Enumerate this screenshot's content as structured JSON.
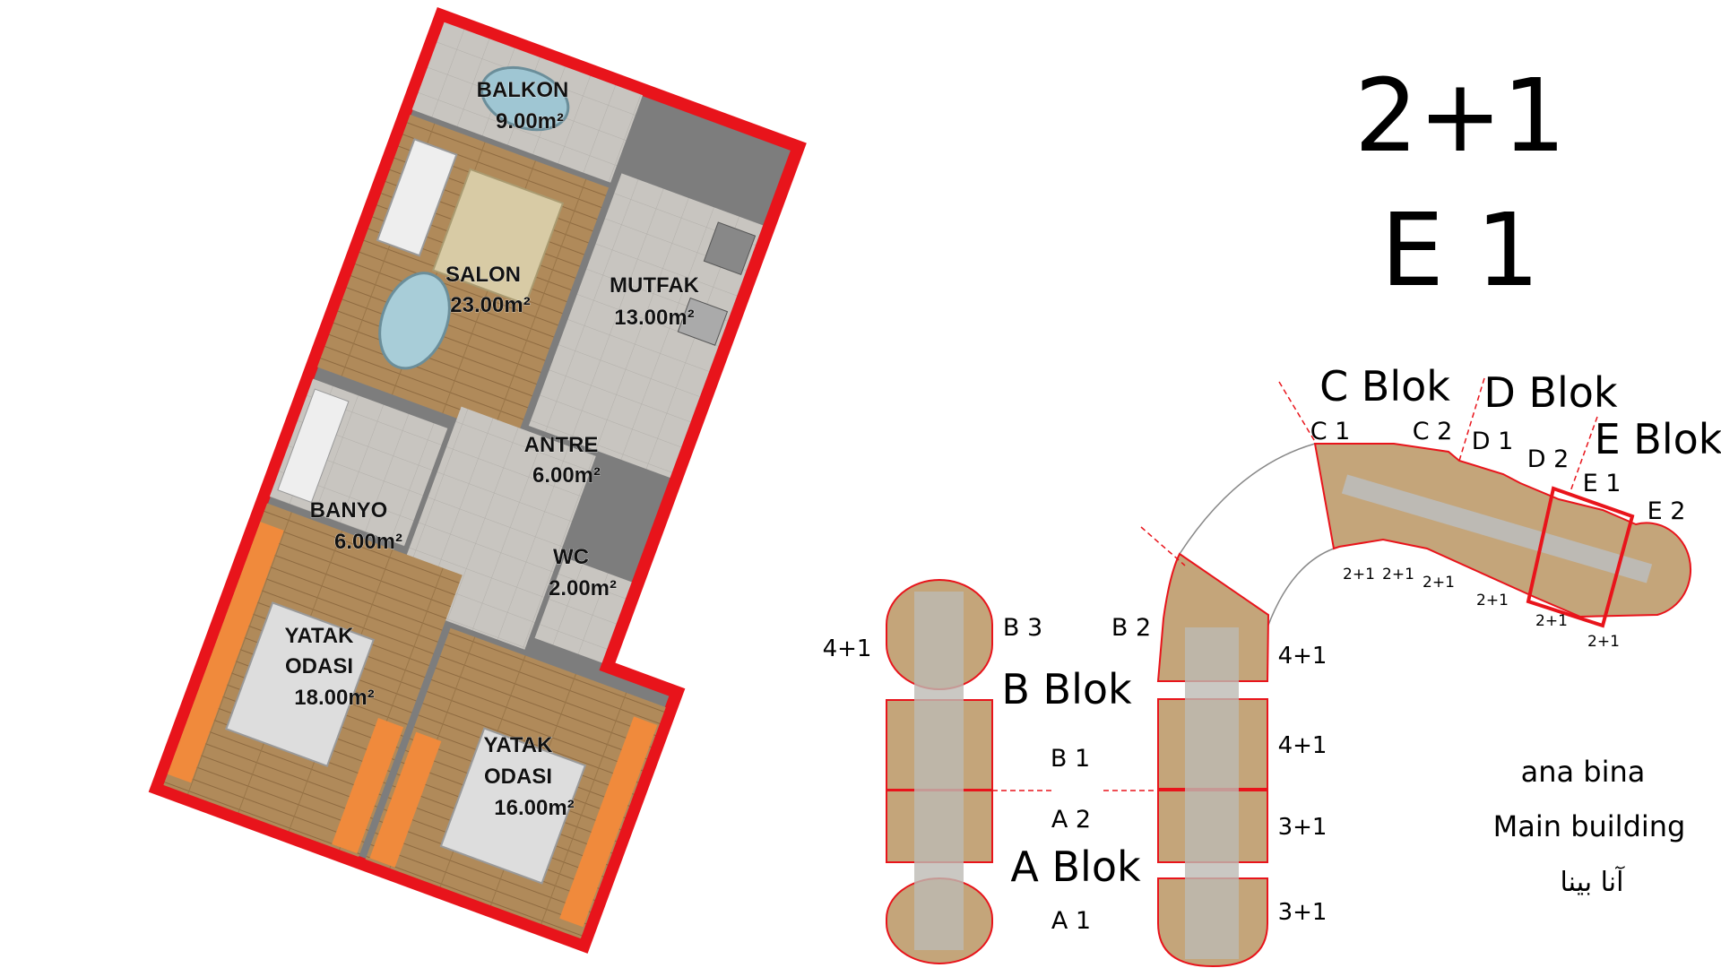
{
  "title": {
    "type": "2+1",
    "unit": "E 1"
  },
  "colors": {
    "outline": "#e8141b",
    "wood": "#b08a5a",
    "tile": "#c8c5c0",
    "wall": "#5a5a5a",
    "window": "#f08a3c"
  },
  "floor_plan": {
    "rooms": [
      {
        "name": "BALKON",
        "area": "9.00m²"
      },
      {
        "name": "SALON",
        "area": "23.00m²"
      },
      {
        "name": "MUTFAK",
        "area": "13.00m²"
      },
      {
        "name": "ANTRE",
        "area": "6.00m²"
      },
      {
        "name": "BANYO",
        "area": "6.00m²"
      },
      {
        "name": "WC",
        "area": "2.00m²"
      },
      {
        "name_line1": "YATAK",
        "name_line2": "ODASI",
        "area": "18.00m²"
      },
      {
        "name_line1": "YATAK",
        "name_line2": "ODASI",
        "area": "16.00m²"
      }
    ]
  },
  "site_plan": {
    "blocks": [
      "A Blok",
      "B Blok",
      "C Blok",
      "D Blok",
      "E Blok"
    ],
    "units": [
      "A 1",
      "A 2",
      "B 1",
      "B 2",
      "B 3",
      "C 1",
      "C 2",
      "D 1",
      "D 2",
      "E 1",
      "E 2"
    ],
    "types_left": [
      "4+1"
    ],
    "types_right": [
      "4+1",
      "4+1",
      "3+1",
      "3+1"
    ],
    "types_curve": [
      "2+1",
      "2+1",
      "2+1",
      "2+1",
      "2+1",
      "2+1"
    ],
    "legend": {
      "tr": "ana bina",
      "en": "Main building",
      "ar": "آنا بينا"
    }
  }
}
